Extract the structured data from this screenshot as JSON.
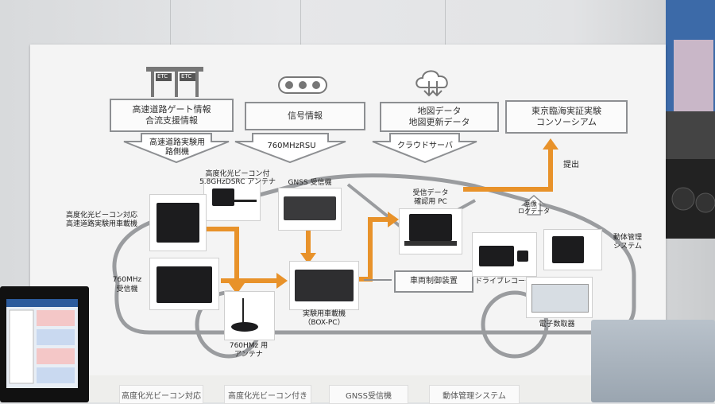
{
  "top_categories": {
    "highway": "高速道路ゲート情報\n合流支援情報",
    "signal": "信号情報",
    "map": "地図データ\n地図更新データ",
    "consortium": "東京臨海実証実験\nコンソーシアム"
  },
  "down_arrows": {
    "roadside": "高速道路実験用\n路側機",
    "rsu": "760MHzRSU",
    "cloud": "クラウドサーバ"
  },
  "etc_sign": [
    "ETC",
    "ETC"
  ],
  "submit_label": "提出",
  "image_log_label": "画像＋\nログデータ",
  "devices": {
    "beacon_antenna": "高度化光ビーコン付\n5.8GHzDSRC アンテナ",
    "gnss": "GNSS 受信機",
    "beacon_unit": "高度化光ビーコン対応\n高速道路実験用車載機",
    "mhz_receiver": "760MHz\n受信機",
    "mhz_antenna": "760HMz 用\nアンテナ",
    "box_pc": "実験用車載機\n（BOX-PC）",
    "receive_pc": "受信データ\n確認用 PC",
    "vehicle_control": "車両制御装置",
    "drive_recorder": "ドライブレコーダ",
    "motion_mgmt": "動体管理\nシステム",
    "counter": "電子数取器"
  },
  "desk_cards": [
    "高度化光ビーコン対応",
    "高度化光ビーコン付き",
    "GNSS受信機",
    "動体管理システム"
  ],
  "colors": {
    "orange": "#e8922a",
    "grey": "#8d8f92"
  }
}
